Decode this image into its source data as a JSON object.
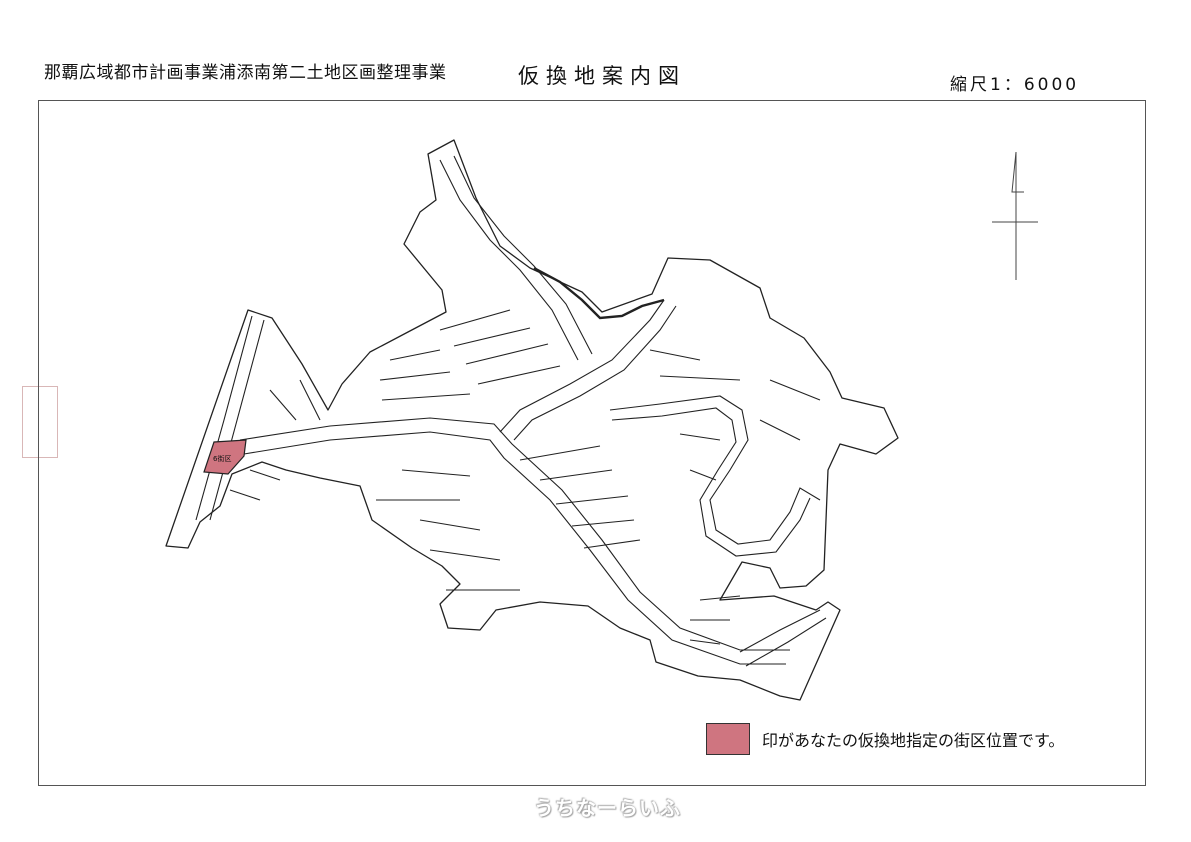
{
  "header": {
    "project_title": "那覇広域都市計画事業浦添南第二土地区画整理事業",
    "map_title": "仮換地案内図",
    "scale": "縮尺1：6000"
  },
  "map": {
    "highlight_label": "6街区",
    "highlight_color": "#cf7580"
  },
  "legend": {
    "text": "印があなたの仮換地指定の街区位置です。",
    "swatch_color": "#cf7580"
  },
  "watermark": "うちなーらいふ",
  "north_arrow": "north-arrow-icon"
}
